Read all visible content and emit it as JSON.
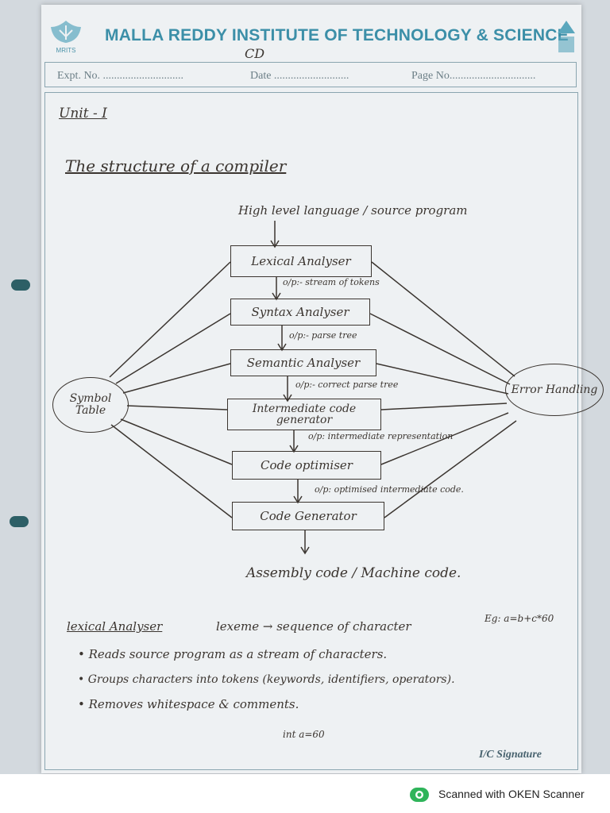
{
  "header": {
    "institute": "MALLA REDDY INSTITUTE OF TECHNOLOGY & SCIENCE",
    "logo_abbrev": "MRITS",
    "subject": "CD",
    "expt_no": "Expt. No. .............................",
    "date": "Date ...........................",
    "page_no": "Page No..............................."
  },
  "notes": {
    "unit": "Unit - I",
    "title": "The structure of a compiler",
    "input_label": "High level language / source program",
    "phases": [
      "Lexical Analyser",
      "Syntax Analyser",
      "Semantic Analyser",
      "Intermediate code generator",
      "Code optimiser",
      "Code Generator"
    ],
    "outputs": [
      "o/p:- stream of tokens",
      "o/p:- parse tree",
      "o/p:- correct parse tree",
      "o/p: intermediate representation",
      "o/p: optimised intermediate code."
    ],
    "output_label": "Assembly code / Machine code.",
    "symbol_table": "Symbol Table",
    "error_handling": "Error Handling",
    "lexical_heading": "lexical Analyser",
    "lexical_def": "lexeme → sequence of character",
    "example": "Eg: a=b+c*60",
    "bullets": [
      "Reads source program as a stream of characters.",
      "Groups characters into tokens (keywords, identifiers, operators).",
      "Removes whitespace & comments."
    ],
    "footnote": "int a=60",
    "signature": "I/C Signature"
  },
  "footer": {
    "scanner": "Scanned with OKEN Scanner"
  },
  "colors": {
    "ink": "#3b3530",
    "header_blue": "#3c8fa8",
    "paper": "#eef1f3"
  }
}
